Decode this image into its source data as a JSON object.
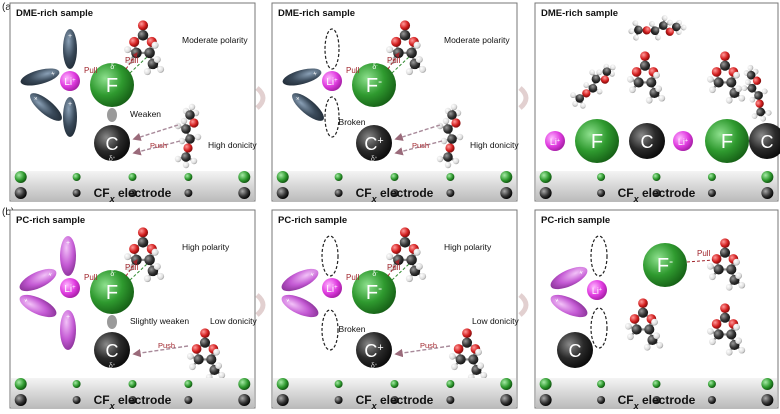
{
  "row_a": {
    "label": "(a)",
    "panels": [
      {
        "title": "DME-rich sample",
        "pull_1": "Pull",
        "pull_2": "Pull",
        "polarity": "Moderate polarity",
        "weaken": "Weaken",
        "push": "Push",
        "donicity": "High donicity",
        "electrode": "CF",
        "electrode_sub": "x",
        "electrode_tail": " electrode"
      },
      {
        "title": "DME-rich sample",
        "pull_1": "Pull",
        "pull_2": "Pull",
        "polarity": "Moderate polarity",
        "broken": "Broken",
        "push": "Push",
        "donicity": "High donicity",
        "electrode": "CF",
        "electrode_sub": "x",
        "electrode_tail": " electrode"
      },
      {
        "title": "DME-rich sample",
        "electrode": "CF",
        "electrode_sub": "x",
        "electrode_tail": " electrode"
      }
    ]
  },
  "row_b": {
    "label": "(b)",
    "panels": [
      {
        "title": "PC-rich sample",
        "pull_1": "Pull",
        "pull_2": "Pull",
        "polarity": "High polarity",
        "weaken": "Slightly weaken",
        "push": "Push",
        "donicity": "Low donicity",
        "electrode": "CF",
        "electrode_sub": "x",
        "electrode_tail": " electrode"
      },
      {
        "title": "PC-rich sample",
        "pull_1": "Pull",
        "pull_2": "Pull",
        "polarity": "High polarity",
        "broken": "Broken",
        "push": "Push",
        "donicity": "Low donicity",
        "electrode": "CF",
        "electrode_sub": "x",
        "electrode_tail": " electrode"
      },
      {
        "title": "PC-rich sample",
        "pull": "Pull",
        "electrode": "CF",
        "electrode_sub": "x",
        "electrode_tail": " electrode"
      }
    ]
  },
  "atoms": {
    "li": "Li",
    "li_sup": "+",
    "f": "F",
    "f_minus": "F",
    "f_minus_sup": "-",
    "c": "C",
    "c_plus": "C",
    "c_plus_sup": "+",
    "delta_minus": "δ",
    "delta_minus_sup": "-",
    "delta_plus": "δ",
    "delta_plus_sup": "+"
  },
  "colors": {
    "li": "#e03ce0",
    "f": "#2f9a2f",
    "c": "#2a2a2a",
    "oxygen": "#d42020",
    "carbon_atom": "#333333",
    "hydrogen": "#e8e8e8",
    "solvent_blue": "#3a4a5a",
    "solvent_pink": "#c45ad4",
    "pull_text": "#a0252c",
    "push_arrow": "#a88a9a"
  }
}
